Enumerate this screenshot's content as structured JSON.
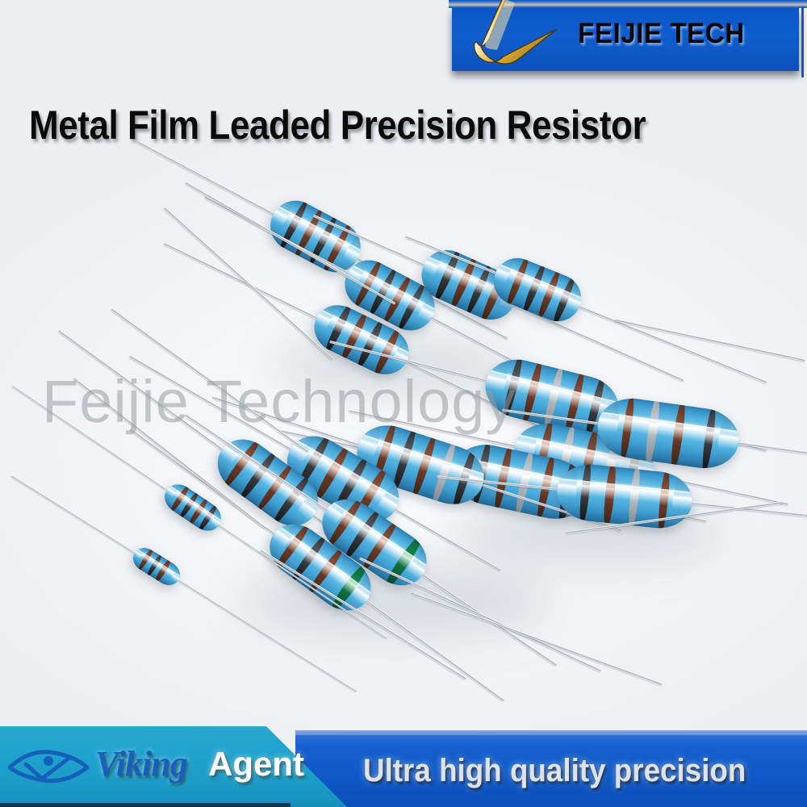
{
  "header": {
    "brand": "FEIJIE TECH",
    "logo_icon": "gold-swoosh-checkmark-icon",
    "bar_color": "#0f5ecd"
  },
  "title": "Metal Film Leaded Precision Resistor",
  "watermark": "Feijie Technology",
  "photo": {
    "subject": "metal-film-leaded-resistors",
    "body_color": "#4fb0de",
    "lead_color": "#c9ced4",
    "band_colors": {
      "black": "#222225",
      "brown": "#6b3b27",
      "green": "#10703e",
      "silver": "#b6bcc2",
      "red": "#8d1e18"
    }
  },
  "footer": {
    "agent_logo_icon": "viking-eye-checkmark-icon",
    "agent_brand": "Viking",
    "agent_label": "Agent",
    "tagline": "Ultra high quality precision",
    "cyan_color": "#1fa2cc",
    "blue_color": "#0f58c6"
  }
}
